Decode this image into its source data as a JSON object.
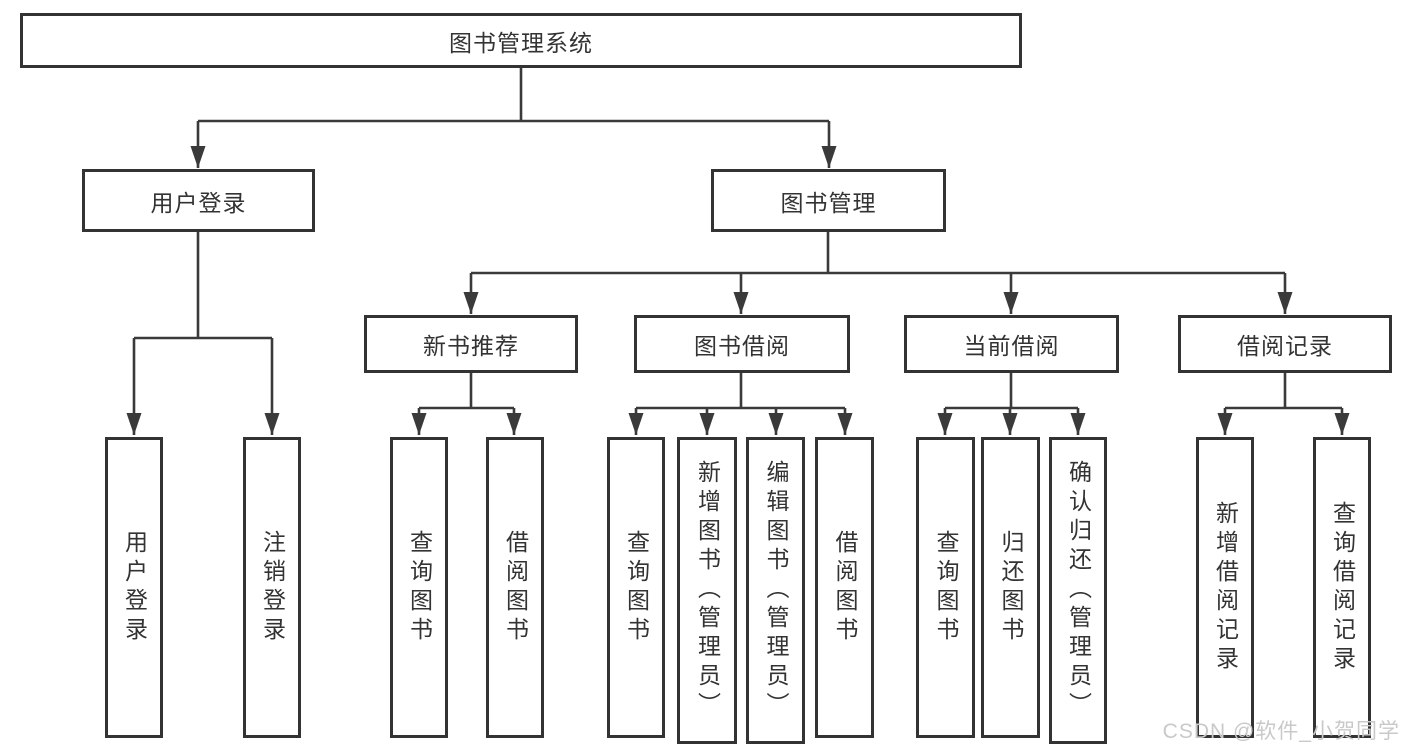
{
  "colors": {
    "line": "#3a3a3a",
    "box_border": "#333333",
    "text": "#333333",
    "background": "#ffffff",
    "watermark": "#c9c9c9"
  },
  "diagram": {
    "root": {
      "label": "图书管理系统"
    },
    "level2": [
      {
        "label": "用户登录"
      },
      {
        "label": "图书管理"
      }
    ],
    "level3": [
      {
        "label": "新书推荐",
        "parent": "图书管理"
      },
      {
        "label": "图书借阅",
        "parent": "图书管理"
      },
      {
        "label": "当前借阅",
        "parent": "图书管理"
      },
      {
        "label": "借阅记录",
        "parent": "图书管理"
      }
    ],
    "leaves": [
      {
        "label": "用户登录",
        "parent": "用户登录"
      },
      {
        "label": "注销登录",
        "parent": "用户登录"
      },
      {
        "label": "查询图书",
        "parent": "新书推荐"
      },
      {
        "label": "借阅图书",
        "parent": "新书推荐"
      },
      {
        "label": "查询图书",
        "parent": "图书借阅"
      },
      {
        "label": "新增图书（管理员）",
        "parent": "图书借阅"
      },
      {
        "label": "编辑图书（管理员）",
        "parent": "图书借阅"
      },
      {
        "label": "借阅图书",
        "parent": "图书借阅"
      },
      {
        "label": "查询图书",
        "parent": "当前借阅"
      },
      {
        "label": "归还图书",
        "parent": "当前借阅"
      },
      {
        "label": "确认归还（管理员）",
        "parent": "当前借阅"
      },
      {
        "label": "新增借阅记录",
        "parent": "借阅记录"
      },
      {
        "label": "查询借阅记录",
        "parent": "借阅记录"
      }
    ]
  },
  "watermark": {
    "text": "CSDN @软件_小贺同学"
  }
}
